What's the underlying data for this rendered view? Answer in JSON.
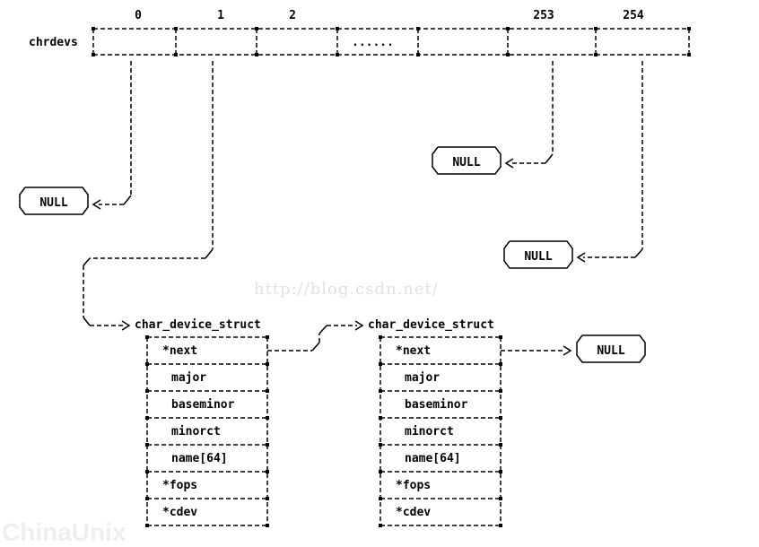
{
  "array": {
    "name": "chrdevs",
    "indices": [
      "0",
      "1",
      "2",
      "253",
      "254"
    ],
    "ellipsis": "......"
  },
  "null_label": "NULL",
  "watermark": "http://blog.csdn.net/",
  "brand": "ChinaUnix",
  "structs": [
    {
      "title": "char_device_struct",
      "fields": [
        "*next",
        "major",
        "baseminor",
        "minorct",
        "name[64]",
        "*fops",
        "*cdev"
      ]
    },
    {
      "title": "char_device_struct",
      "fields": [
        "*next",
        "major",
        "baseminor",
        "minorct",
        "name[64]",
        "*fops",
        "*cdev"
      ]
    }
  ]
}
